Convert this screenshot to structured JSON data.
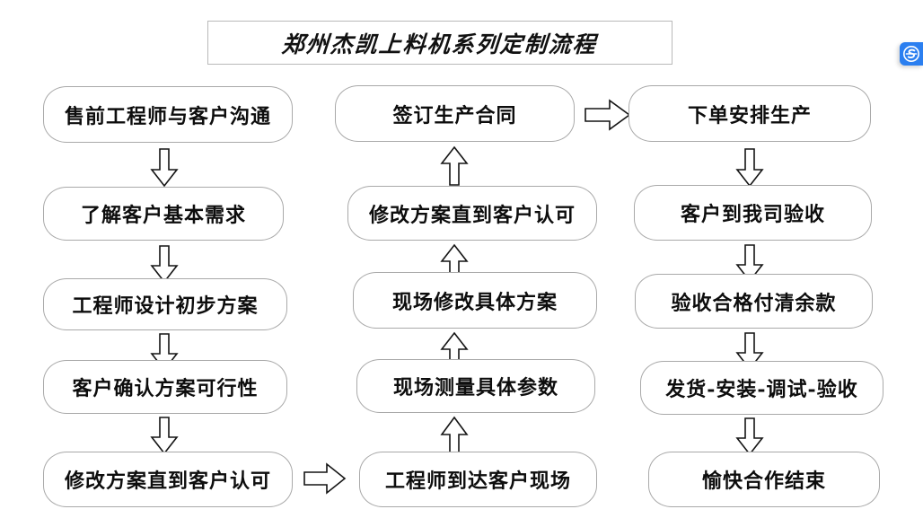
{
  "title": {
    "text": "郑州杰凯上料机系列定制流程"
  },
  "colors": {
    "background": "#ffffff",
    "box_border": "#a9a9a9",
    "title_border": "#b9b9b9",
    "text": "#0d0d0d",
    "arrow_stroke": "#141414",
    "arrow_fill": "#ffffff",
    "watermark_blue": "#2b7ff0"
  },
  "columns": [
    {
      "name": "column-1",
      "direction": "down",
      "nodes": [
        {
          "label": "售前工程师与客户沟通"
        },
        {
          "label": "了解客户基本需求"
        },
        {
          "label": "工程师设计初步方案"
        },
        {
          "label": "客户确认方案可行性"
        },
        {
          "label": "修改方案直到客户认可"
        }
      ]
    },
    {
      "name": "column-2",
      "direction": "up",
      "nodes": [
        {
          "label": "签订生产合同"
        },
        {
          "label": "修改方案直到客户认可"
        },
        {
          "label": "现场修改具体方案"
        },
        {
          "label": "现场测量具体参数"
        },
        {
          "label": "工程师到达客户现场"
        }
      ]
    },
    {
      "name": "column-3",
      "direction": "down",
      "nodes": [
        {
          "label": "下单安排生产"
        },
        {
          "label": "客户到我司验收"
        },
        {
          "label": "验收合格付清余款"
        },
        {
          "label": "发货-安装-调试-验收"
        },
        {
          "label": "愉快合作结束"
        }
      ]
    }
  ],
  "connectors": {
    "col1_to_col2": {
      "icon": "arrow-right-icon"
    },
    "col2_to_col3": {
      "icon": "arrow-right-icon"
    },
    "down": {
      "icon": "arrow-down-icon"
    },
    "up": {
      "icon": "arrow-up-icon"
    }
  },
  "watermark": {
    "icon": "sohu-s-badge-icon"
  }
}
